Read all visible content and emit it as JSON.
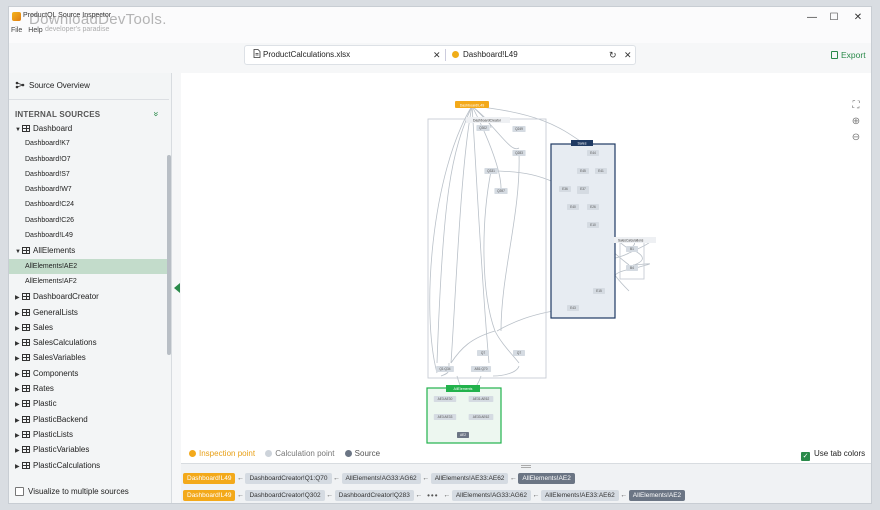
{
  "window": {
    "title": "ProductQL Source Inspector",
    "menu": [
      "File",
      "Help"
    ],
    "watermark": "DownloadDevTools.",
    "watermark_sub": "developer's paradise",
    "controls": {
      "minimize": "—",
      "maximize": "☐",
      "close": "✕"
    }
  },
  "filetabs": {
    "file": "ProductCalculations.xlsx",
    "sheet_cell": "Dashboard!L49",
    "close": "✕",
    "reset": "↻"
  },
  "export_label": "Export",
  "sidebar": {
    "overview": "Source Overview",
    "internal_header": "INTERNAL SOURCES",
    "collapse_icon": "»",
    "groups": [
      {
        "label": "Dashboard",
        "expanded": true,
        "items": [
          "Dashboard!K7",
          "Dashboard!O7",
          "Dashboard!S7",
          "Dashboard!W7",
          "Dashboard!C24",
          "Dashboard!C26",
          "Dashboard!L49"
        ]
      },
      {
        "label": "AllElements",
        "expanded": true,
        "items": [
          "AllElements!AE2",
          "AllElements!AF2"
        ]
      },
      {
        "label": "DashboardCreator",
        "expanded": false,
        "items": []
      },
      {
        "label": "GeneralLists",
        "expanded": false,
        "items": []
      },
      {
        "label": "Sales",
        "expanded": false,
        "items": []
      },
      {
        "label": "SalesCalculations",
        "expanded": false,
        "items": []
      },
      {
        "label": "SalesVariables",
        "expanded": false,
        "items": []
      },
      {
        "label": "Components",
        "expanded": false,
        "items": []
      },
      {
        "label": "Rates",
        "expanded": false,
        "items": []
      },
      {
        "label": "Plastic",
        "expanded": false,
        "items": []
      },
      {
        "label": "PlasticBackend",
        "expanded": false,
        "items": []
      },
      {
        "label": "PlasticLists",
        "expanded": false,
        "items": []
      },
      {
        "label": "PlasticVariables",
        "expanded": false,
        "items": []
      },
      {
        "label": "PlasticCalculations",
        "expanded": false,
        "items": []
      }
    ],
    "selected": "AllElements!AE2",
    "visualize_label": "Visualize to multiple sources"
  },
  "graph": {
    "root": "Dashboard!L49",
    "groups": {
      "creator": "DashboardCreator",
      "sales": "Sales",
      "salescalc": "SalesCalculations",
      "allelements": "AllElements"
    },
    "creator_nodes": [
      "Q249",
      "Q283",
      "Q302",
      "Q331",
      "Q397",
      "Q7",
      "Q7",
      "Q1:Q34",
      "AB1:Q70"
    ],
    "sales_nodes": [
      "E44",
      "E45",
      "E41",
      "E46",
      "E36",
      "E37",
      "E40",
      "E26",
      "E10",
      "E15",
      "E43"
    ],
    "salescalc_nodes": [
      "B1",
      "B4"
    ],
    "allelements_nodes": [
      "AE3:AE30",
      "AE31:AE62",
      "AE3:AE33",
      "AE33:AE62",
      "AE2"
    ]
  },
  "legend": {
    "inspection": "Inspection point",
    "calculation": "Calculation point",
    "source": "Source",
    "use_tab_colors": "Use tab colors"
  },
  "colors": {
    "accent": "#2a8a4a",
    "inspection": "#f3a91a",
    "calculation": "#cdd3da",
    "source": "#6b7584",
    "sales_group": "#1f3a63",
    "allelements_group": "#22b24c"
  },
  "trace": {
    "row1": [
      {
        "text": "Dashboard!L49",
        "kind": "inspection"
      },
      {
        "text": "DashboardCreator!Q1:Q70",
        "kind": "calc"
      },
      {
        "text": "AllElements!AG33:AG62",
        "kind": "calc"
      },
      {
        "text": "AllElements!AE33:AE62",
        "kind": "calc"
      },
      {
        "text": "AllElements!AE2",
        "kind": "source"
      }
    ],
    "row2": [
      {
        "text": "Dashboard!L49",
        "kind": "inspection"
      },
      {
        "text": "DashboardCreator!Q302",
        "kind": "calc"
      },
      {
        "text": "DashboardCreator!Q283",
        "kind": "calc"
      },
      {
        "text": "•••",
        "kind": "dots"
      },
      {
        "text": "AllElements!AG33:AG62",
        "kind": "calc"
      },
      {
        "text": "AllElements!AE33:AE62",
        "kind": "calc"
      },
      {
        "text": "AllElements!AE2",
        "kind": "source"
      }
    ]
  }
}
